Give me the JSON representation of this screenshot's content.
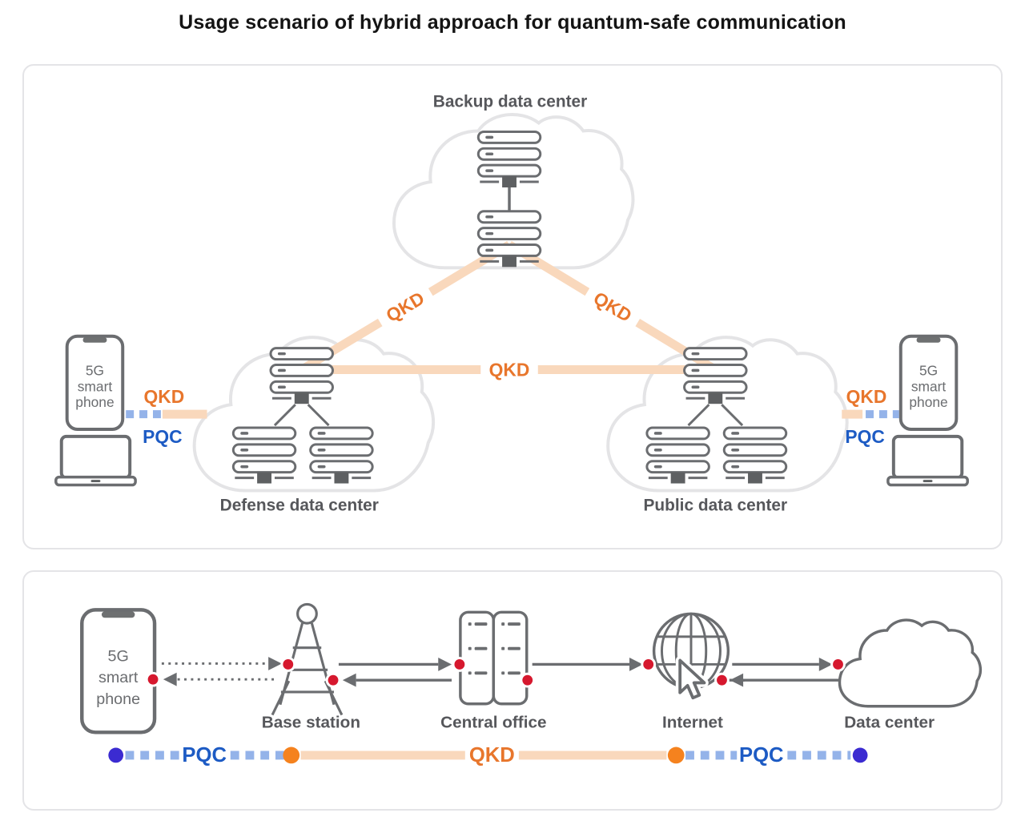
{
  "title": "Usage scenario of hybrid approach for quantum-safe communication",
  "panel1": {
    "backup_label": "Backup data center",
    "defense_label": "Defense data center",
    "public_label": "Public data center",
    "qkd_left_diagonal": "QKD",
    "qkd_right_diagonal": "QKD",
    "qkd_middle": "QKD",
    "left": {
      "phone_line1": "5G",
      "phone_line2": "smart",
      "phone_line3": "phone",
      "qkd": "QKD",
      "pqc": "PQC"
    },
    "right": {
      "phone_line1": "5G",
      "phone_line2": "smart",
      "phone_line3": "phone",
      "qkd": "QKD",
      "pqc": "PQC"
    }
  },
  "panel2": {
    "phone": {
      "line1": "5G",
      "line2": "smart",
      "line3": "phone"
    },
    "base_station_label": "Base station",
    "central_office_label": "Central office",
    "internet_label": "Internet",
    "data_center_label": "Data center",
    "legend": {
      "pqc_left": "PQC",
      "qkd": "QKD",
      "pqc_right": "PQC"
    }
  },
  "colors": {
    "qkd_text_orange": "#E8762C",
    "qkd_line_light_orange": "#F9D8BC",
    "pqc_text_blue": "#1D5BC4",
    "pqc_dash_light_blue": "#94B3E9",
    "legend_endpoint_indigo": "#3B2BD1",
    "legend_relay_orange": "#F5821E",
    "node_point_red": "#D6182E",
    "icon_gray": "#6B6D70",
    "cloud_outline_light_gray": "#E4E4E6",
    "label_gray": "#56575B"
  }
}
